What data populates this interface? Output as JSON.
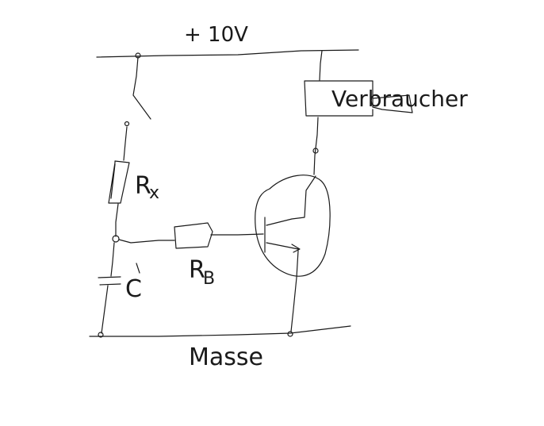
{
  "labels": {
    "supply": "+ 10V",
    "load": "Verbraucher",
    "rx_main": "R",
    "rx_sub": "x",
    "rb_main": "R",
    "rb_sub": "B",
    "capacitor": "C",
    "ground": "Masse"
  }
}
